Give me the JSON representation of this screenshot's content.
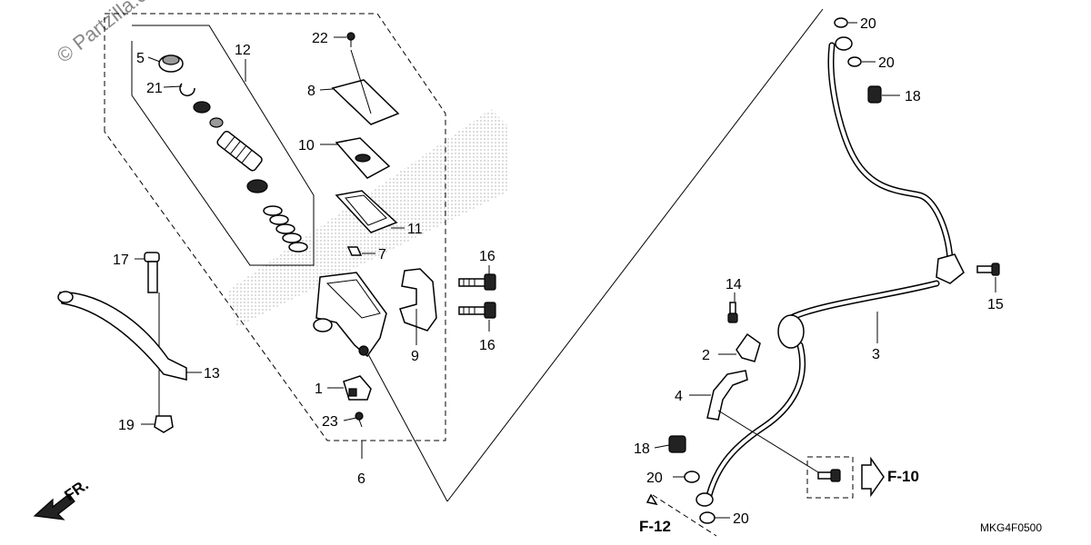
{
  "watermark": "© Partzilla.com",
  "diagram_code": "MKG4F0500",
  "direction_label": "FR.",
  "refs": {
    "f10": "F-10",
    "f12": "F-12"
  },
  "callouts": {
    "c1": "1",
    "c2": "2",
    "c3": "3",
    "c4": "4",
    "c5": "5",
    "c6": "6",
    "c7": "7",
    "c8": "8",
    "c9": "9",
    "c10": "10",
    "c11": "11",
    "c12": "12",
    "c13": "13",
    "c14": "14",
    "c15": "15",
    "c16a": "16",
    "c16b": "16",
    "c17": "17",
    "c18a": "18",
    "c18b": "18",
    "c19": "19",
    "c20a": "20",
    "c20b": "20",
    "c20c": "20",
    "c20d": "20",
    "c21": "21",
    "c22": "22",
    "c23": "23"
  }
}
